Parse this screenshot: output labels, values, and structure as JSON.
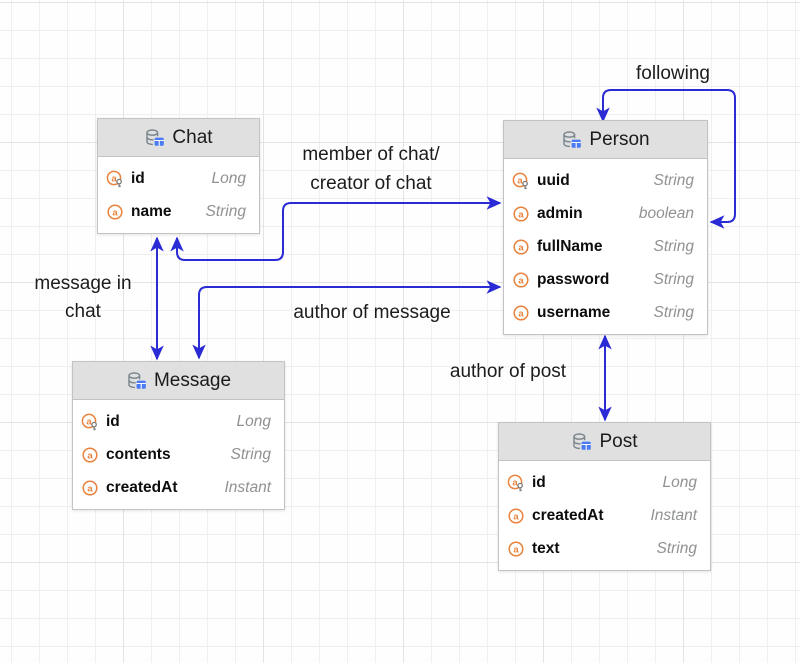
{
  "colors": {
    "edge_blue": "#2b2bd6",
    "attribute_icon_orange": "#e8823c",
    "entity_icon_blue": "#4a7bf5",
    "entity_icon_gray": "#7a858c",
    "header_background": "#e0e0e0",
    "type_text_gray": "#8f9193",
    "grid_minor": "#efefef",
    "grid_major": "#e3e3e3"
  },
  "entities": [
    {
      "name": "Chat",
      "icon": "database-table-icon",
      "fields": [
        {
          "icon": "key-attribute-icon",
          "name": "id",
          "type": "Long"
        },
        {
          "icon": "attribute-icon",
          "name": "name",
          "type": "String"
        }
      ]
    },
    {
      "name": "Person",
      "icon": "database-table-icon",
      "fields": [
        {
          "icon": "key-attribute-icon",
          "name": "uuid",
          "type": "String"
        },
        {
          "icon": "attribute-icon",
          "name": "admin",
          "type": "boolean"
        },
        {
          "icon": "attribute-icon",
          "name": "fullName",
          "type": "String"
        },
        {
          "icon": "attribute-icon",
          "name": "password",
          "type": "String"
        },
        {
          "icon": "attribute-icon",
          "name": "username",
          "type": "String"
        }
      ]
    },
    {
      "name": "Message",
      "icon": "database-table-icon",
      "fields": [
        {
          "icon": "key-attribute-icon",
          "name": "id",
          "type": "Long"
        },
        {
          "icon": "attribute-icon",
          "name": "contents",
          "type": "String"
        },
        {
          "icon": "attribute-icon",
          "name": "createdAt",
          "type": "Instant"
        }
      ]
    },
    {
      "name": "Post",
      "icon": "database-table-icon",
      "fields": [
        {
          "icon": "key-attribute-icon",
          "name": "id",
          "type": "Long"
        },
        {
          "icon": "attribute-icon",
          "name": "createdAt",
          "type": "Instant"
        },
        {
          "icon": "attribute-icon",
          "name": "text",
          "type": "String"
        }
      ]
    }
  ],
  "relationships": [
    {
      "id": "following",
      "from": "Person",
      "to": "Person",
      "lines": [
        "following"
      ]
    },
    {
      "id": "member-of-chat",
      "from": "Chat",
      "to": "Person",
      "lines": [
        "member of chat/",
        "creator of chat"
      ]
    },
    {
      "id": "message-in-chat",
      "from": "Chat",
      "to": "Message",
      "lines": [
        "message in",
        "chat"
      ]
    },
    {
      "id": "author-of-message",
      "from": "Message",
      "to": "Person",
      "lines": [
        "author of message"
      ]
    },
    {
      "id": "author-of-post",
      "from": "Person",
      "to": "Post",
      "lines": [
        "author of post"
      ]
    }
  ]
}
